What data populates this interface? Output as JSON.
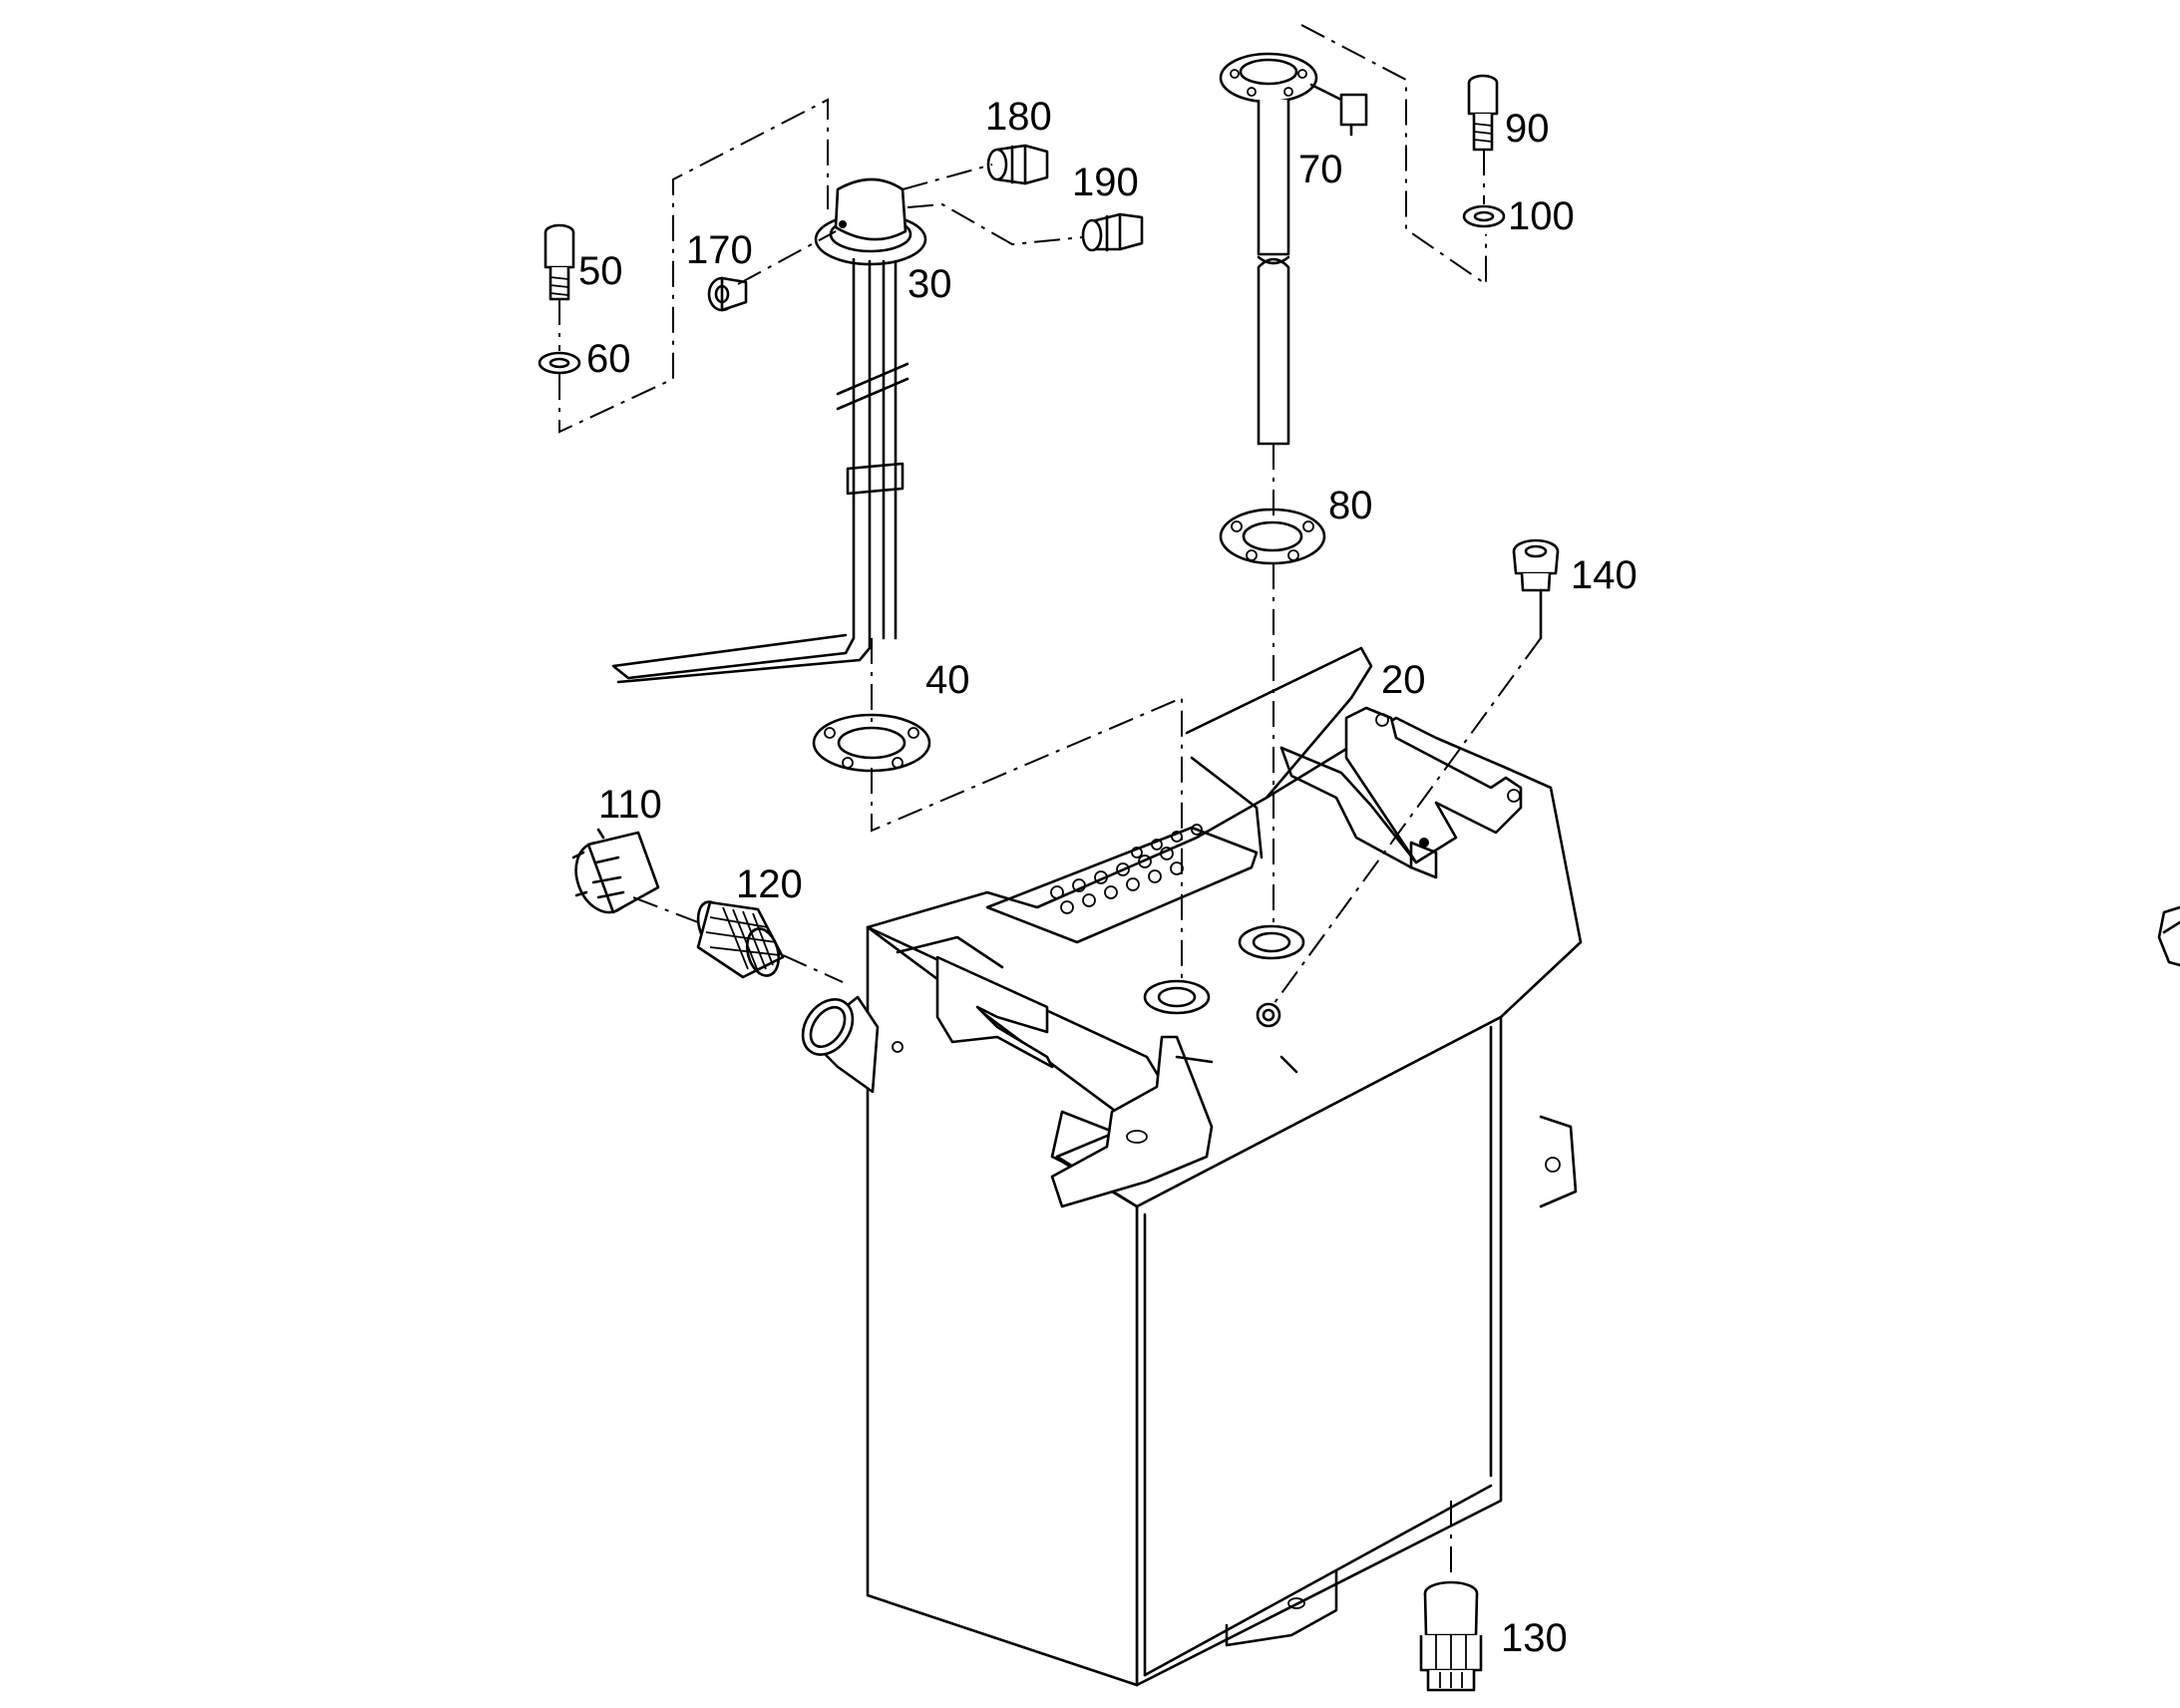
{
  "callouts": {
    "c20": "20",
    "c30": "30",
    "c40": "40",
    "c50": "50",
    "c60": "60",
    "c70": "70",
    "c80": "80",
    "c90": "90",
    "c100": "100",
    "c110": "110",
    "c120": "120",
    "c130": "130",
    "c140": "140",
    "c170": "170",
    "c180": "180",
    "c190": "190"
  }
}
